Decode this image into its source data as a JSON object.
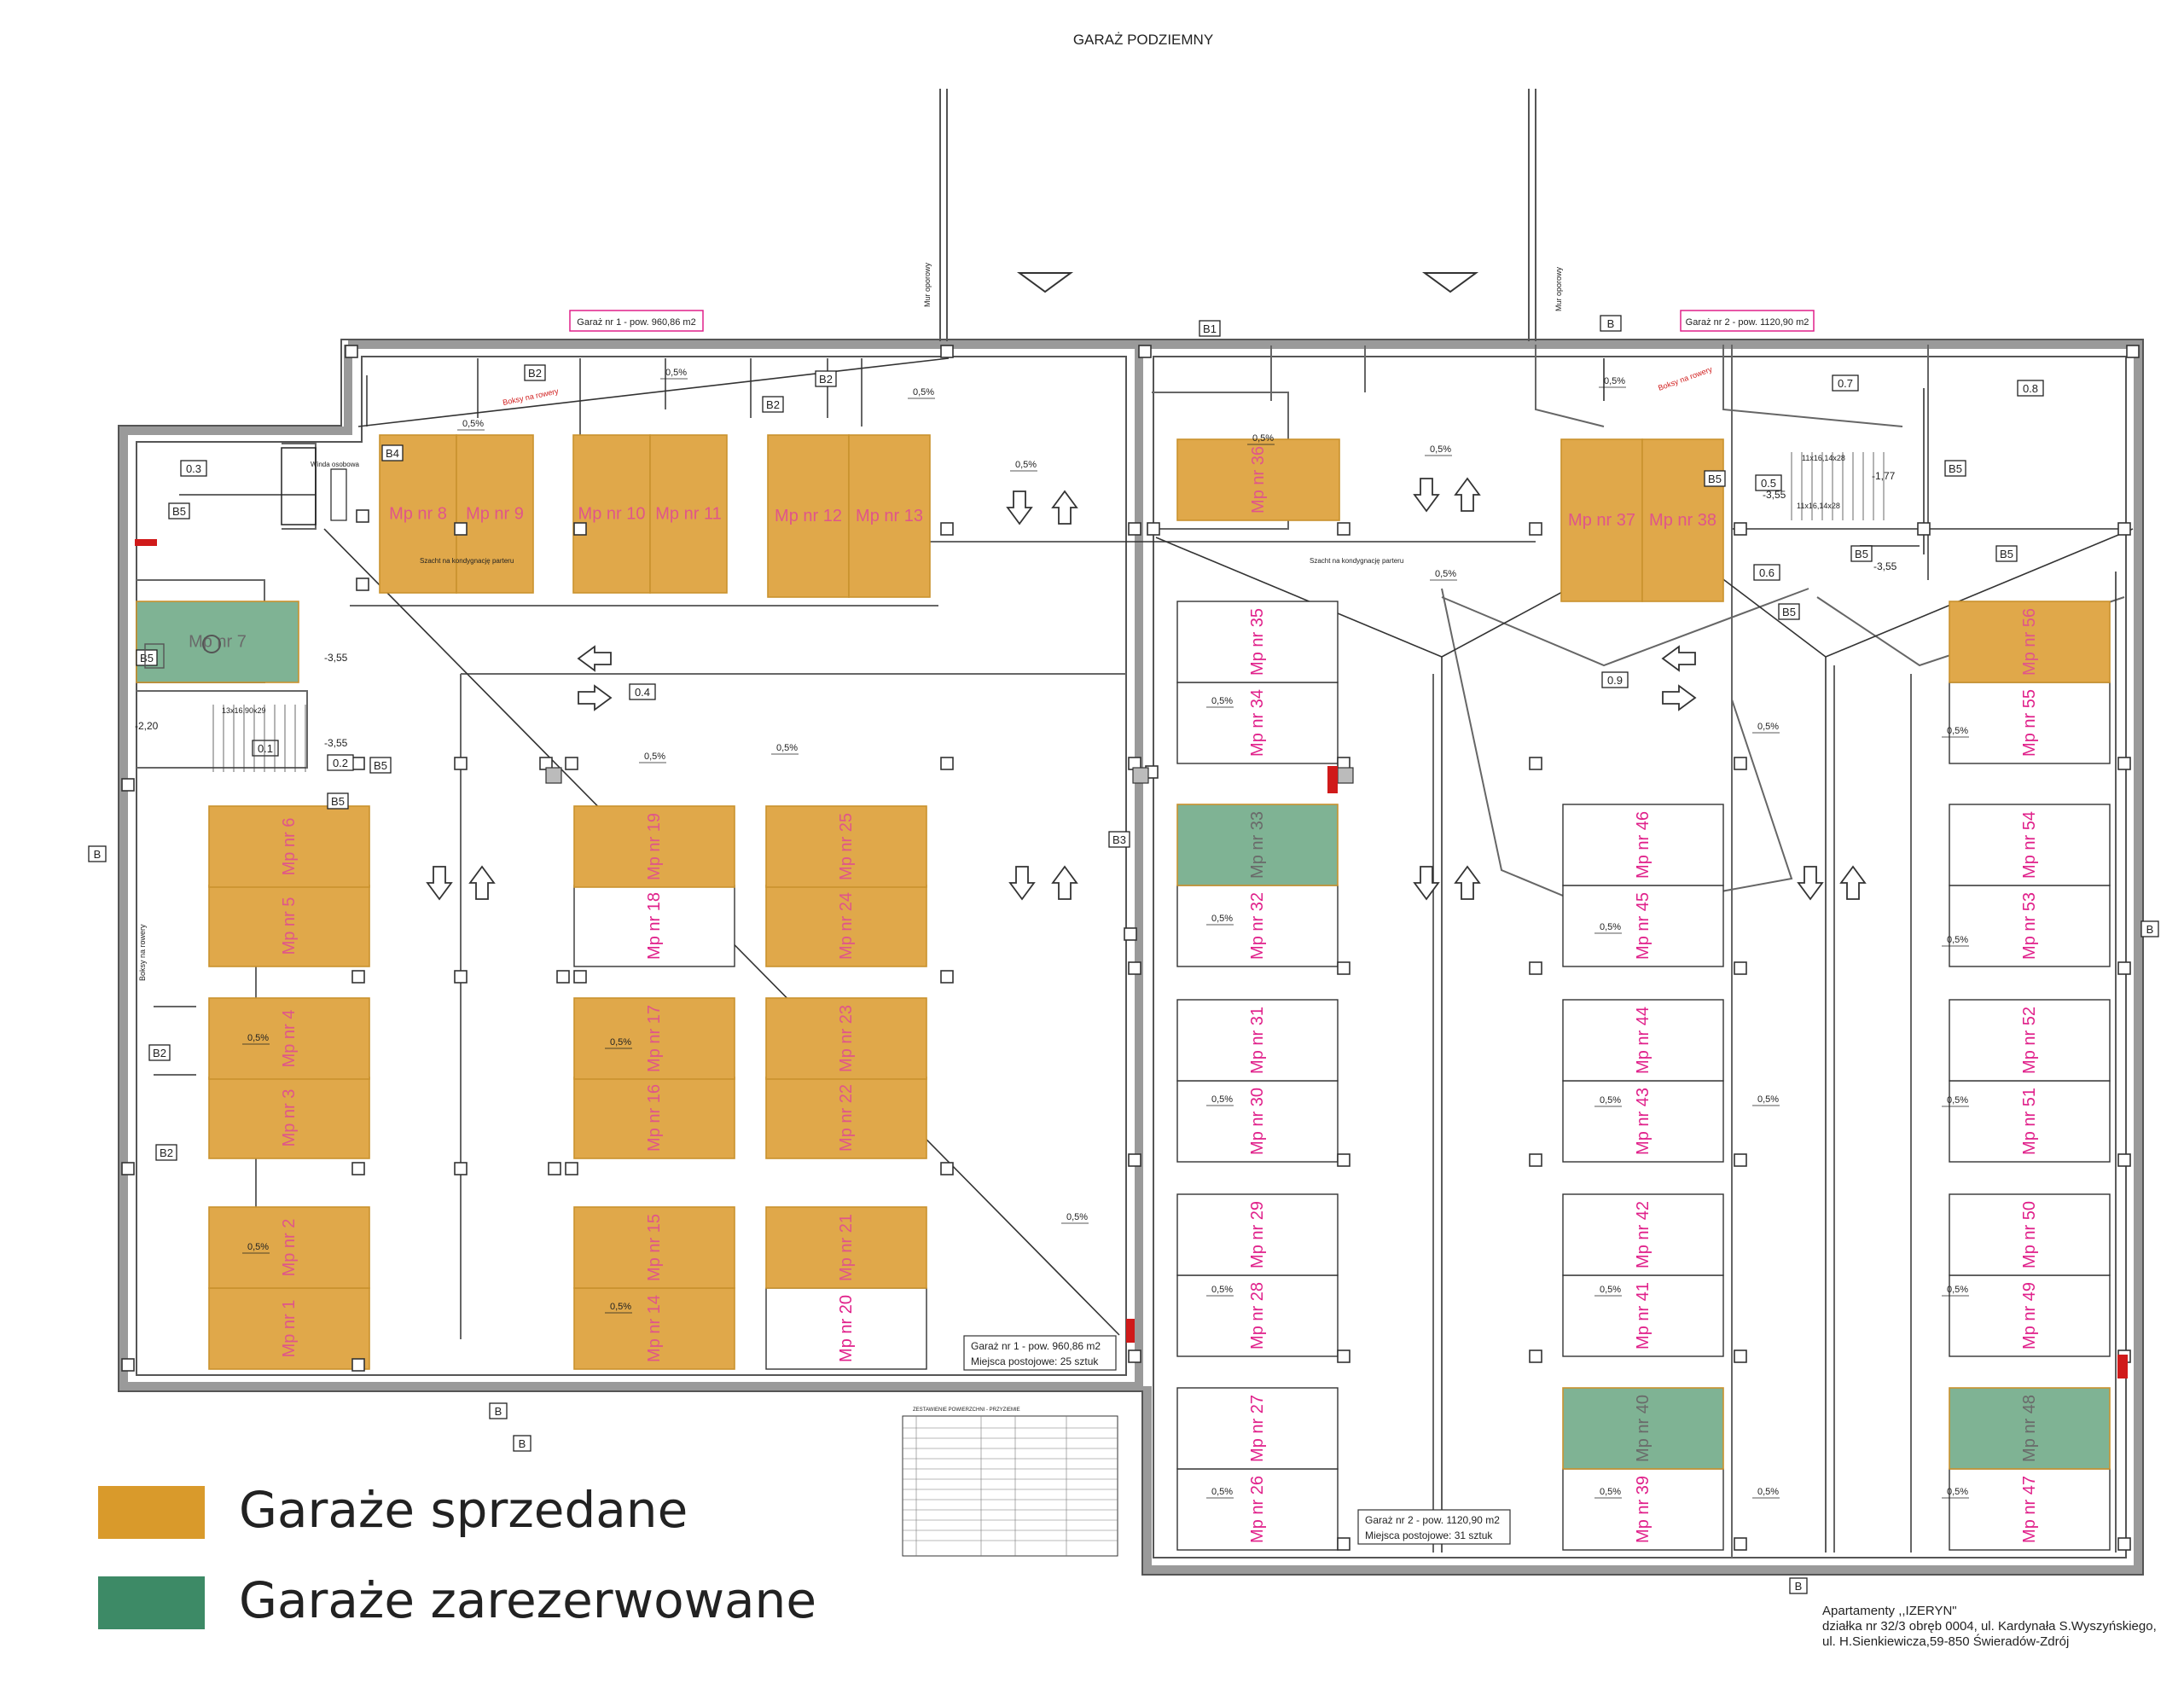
{
  "title": "GARAŻ PODZIEMNY",
  "colors": {
    "sold": "#e0a84a",
    "reserved": "#7fb394",
    "label": "#e0208a",
    "soldLegend": "#d99a2b",
    "reservedLegend": "#3d8a66"
  },
  "garage1": {
    "header": "Garaż nr 1 - pow. 960,86 m2",
    "info_line1": "Garaż nr 1 - pow. 960,86 m2",
    "info_line2": "Miejsca postojowe: 25 sztuk"
  },
  "garage2": {
    "header": "Garaż nr 2 - pow. 1120,90 m2",
    "info_line1": "Garaż nr 2 - pow. 1120,90 m2",
    "info_line2": "Miejsca postojowe: 31 sztuk"
  },
  "legend": {
    "sold": "Garaże sprzedane",
    "reserved": "Garaże zarezerwowane"
  },
  "caption": {
    "line1": "Apartamenty ,,IZERYN\"",
    "line2": "działka nr 32/3 obręb 0004, ul. Kardynała S.Wyszyńskiego,",
    "line3": "ul. H.Sienkiewicza,59-850 Świeradów-Zdrój"
  },
  "table_title": "ZESTAWIENIE POWIERZCHNI - PRZYZIEMIE",
  "spots": [
    {
      "label": "Mp nr 1",
      "status": "sold"
    },
    {
      "label": "Mp nr 2",
      "status": "sold"
    },
    {
      "label": "Mp nr 3",
      "status": "sold"
    },
    {
      "label": "Mp nr 4",
      "status": "sold"
    },
    {
      "label": "Mp nr 5",
      "status": "sold"
    },
    {
      "label": "Mp nr 6",
      "status": "sold"
    },
    {
      "label": "Mp nr 7",
      "status": "reserved"
    },
    {
      "label": "Mp nr 8",
      "status": "sold"
    },
    {
      "label": "Mp nr 9",
      "status": "sold"
    },
    {
      "label": "Mp nr 10",
      "status": "sold"
    },
    {
      "label": "Mp nr 11",
      "status": "sold"
    },
    {
      "label": "Mp nr 12",
      "status": "sold"
    },
    {
      "label": "Mp nr 13",
      "status": "sold"
    },
    {
      "label": "Mp nr 14",
      "status": "sold"
    },
    {
      "label": "Mp nr 15",
      "status": "sold"
    },
    {
      "label": "Mp nr 16",
      "status": "sold"
    },
    {
      "label": "Mp nr 17",
      "status": "sold"
    },
    {
      "label": "Mp nr 18",
      "status": "free"
    },
    {
      "label": "Mp nr 19",
      "status": "sold"
    },
    {
      "label": "Mp nr 20",
      "status": "free"
    },
    {
      "label": "Mp nr 21",
      "status": "sold"
    },
    {
      "label": "Mp nr 22",
      "status": "sold"
    },
    {
      "label": "Mp nr 23",
      "status": "sold"
    },
    {
      "label": "Mp nr 24",
      "status": "sold"
    },
    {
      "label": "Mp nr 25",
      "status": "sold"
    },
    {
      "label": "Mp nr 26",
      "status": "free"
    },
    {
      "label": "Mp nr 27",
      "status": "free"
    },
    {
      "label": "Mp nr 28",
      "status": "free"
    },
    {
      "label": "Mp nr 29",
      "status": "free"
    },
    {
      "label": "Mp nr 30",
      "status": "free"
    },
    {
      "label": "Mp nr 31",
      "status": "free"
    },
    {
      "label": "Mp nr 32",
      "status": "free"
    },
    {
      "label": "Mp nr 33",
      "status": "reserved"
    },
    {
      "label": "Mp nr 34",
      "status": "free"
    },
    {
      "label": "Mp nr 35",
      "status": "free"
    },
    {
      "label": "Mp nr 36",
      "status": "sold"
    },
    {
      "label": "Mp nr 37",
      "status": "sold"
    },
    {
      "label": "Mp nr 38",
      "status": "sold"
    },
    {
      "label": "Mp nr 39",
      "status": "free"
    },
    {
      "label": "Mp nr 40",
      "status": "reserved"
    },
    {
      "label": "Mp nr 41",
      "status": "free"
    },
    {
      "label": "Mp nr 42",
      "status": "free"
    },
    {
      "label": "Mp nr 43",
      "status": "free"
    },
    {
      "label": "Mp nr 44",
      "status": "free"
    },
    {
      "label": "Mp nr 45",
      "status": "free"
    },
    {
      "label": "Mp nr 46",
      "status": "free"
    },
    {
      "label": "Mp nr 47",
      "status": "free"
    },
    {
      "label": "Mp nr 48",
      "status": "reserved"
    },
    {
      "label": "Mp nr 49",
      "status": "free"
    },
    {
      "label": "Mp nr 50",
      "status": "free"
    },
    {
      "label": "Mp nr 51",
      "status": "free"
    },
    {
      "label": "Mp nr 52",
      "status": "free"
    },
    {
      "label": "Mp nr 53",
      "status": "free"
    },
    {
      "label": "Mp nr 54",
      "status": "free"
    },
    {
      "label": "Mp nr 55",
      "status": "free"
    },
    {
      "label": "Mp nr 56",
      "status": "sold"
    }
  ],
  "rooms": [
    "0.1",
    "0.2",
    "0.3",
    "0.4",
    "0.5",
    "0.6",
    "0.7",
    "0.8",
    "0.9"
  ],
  "markers": {
    "B": "B",
    "B1": "B1",
    "B2": "B2",
    "B3": "B3",
    "B4": "B4",
    "B5": "B5"
  },
  "slope": "0,5%",
  "levels": {
    "a": "-3,55",
    "b": "-2,20",
    "c": "-1,77"
  },
  "notes": {
    "bikes": "Boksy na rowery",
    "shaft": "Szacht na kondygnację parteru",
    "elevator": "Winda osobowa",
    "wall": "Mur oporowy",
    "stairs1": "13x16,90x29",
    "stairs2": "11x16,14x28"
  }
}
